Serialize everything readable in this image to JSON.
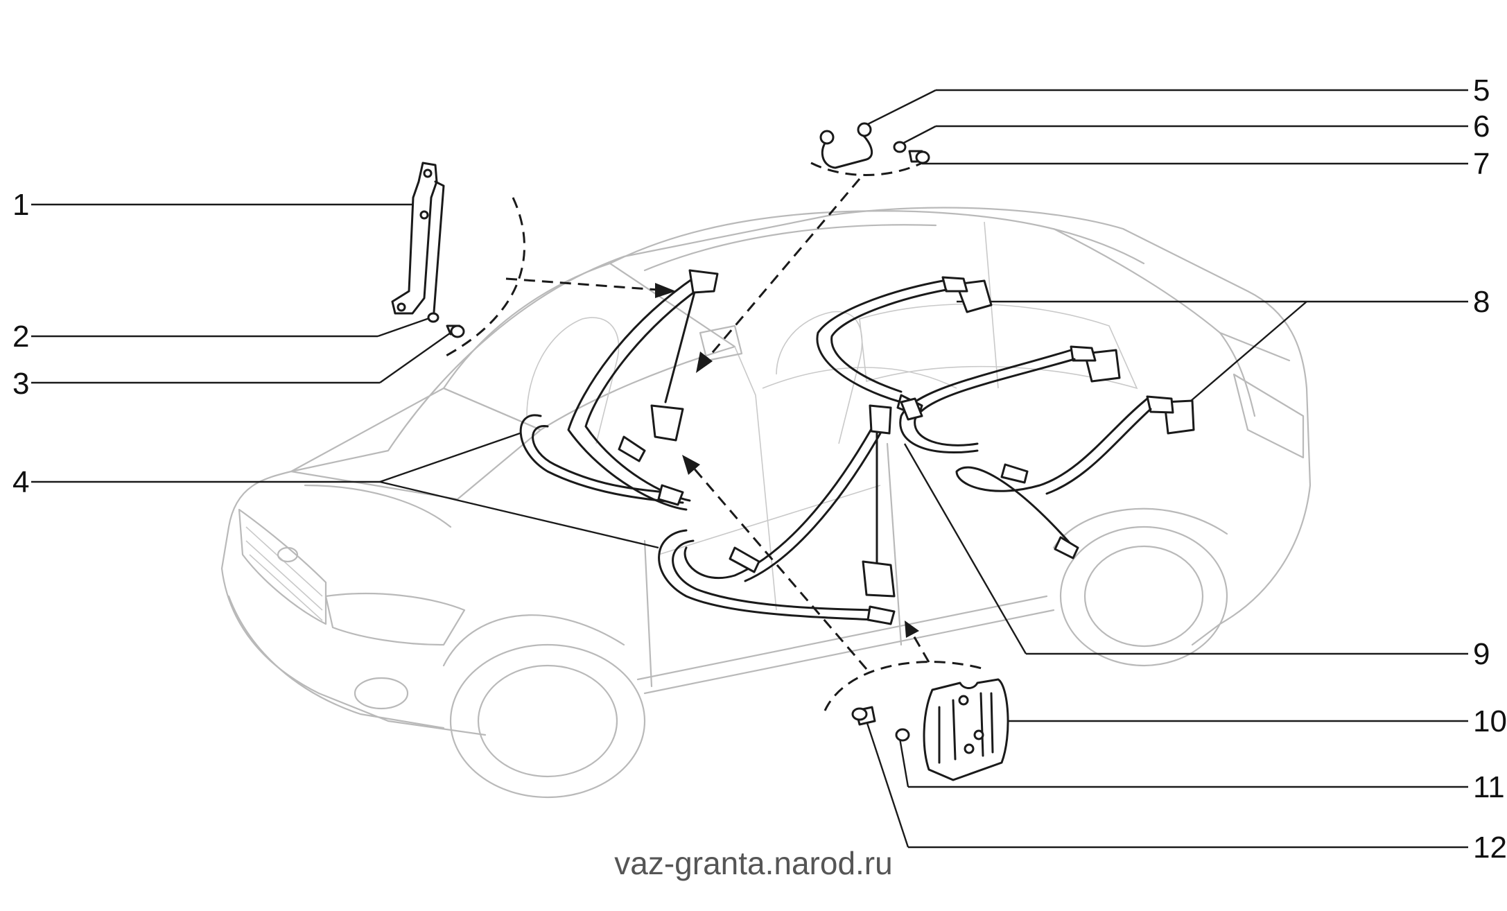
{
  "callouts": [
    {
      "num": "1"
    },
    {
      "num": "2"
    },
    {
      "num": "3"
    },
    {
      "num": "4"
    },
    {
      "num": "5"
    },
    {
      "num": "6"
    },
    {
      "num": "7"
    },
    {
      "num": "8"
    },
    {
      "num": "9"
    },
    {
      "num": "10"
    },
    {
      "num": "11"
    },
    {
      "num": "12"
    }
  ],
  "watermark": "vaz-granta.narod.ru",
  "colors": {
    "car_outline": "#b9b9b9",
    "parts": "#1a1a1a",
    "watermark": "#555555"
  }
}
